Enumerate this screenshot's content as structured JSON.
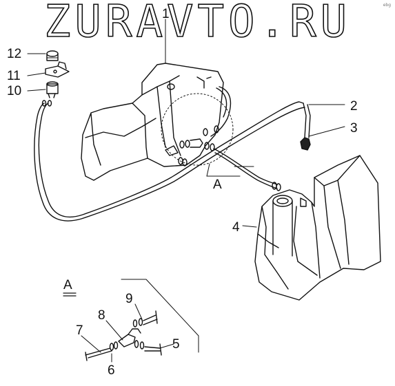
{
  "watermark": "ZURAVTO.RU",
  "corner_mark": "ebg",
  "section_label": "A",
  "callouts": [
    "1",
    "2",
    "3",
    "4",
    "5",
    "6",
    "7",
    "8",
    "9",
    "10",
    "11",
    "12"
  ]
}
